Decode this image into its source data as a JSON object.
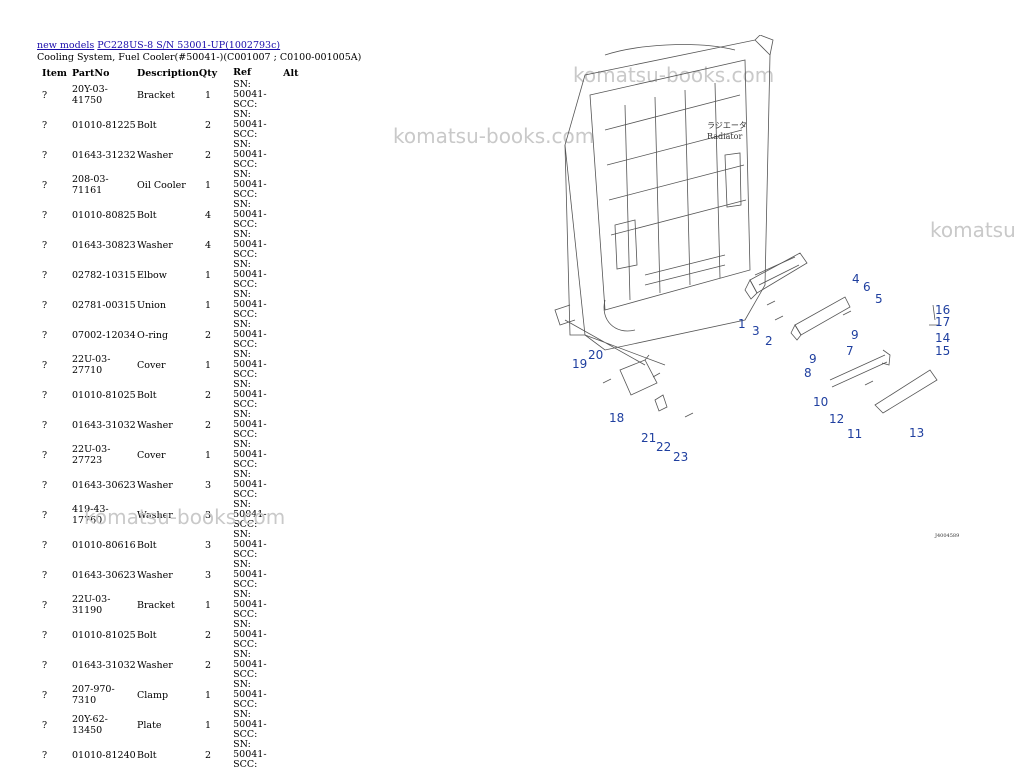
{
  "breadcrumb": {
    "link1": "new models",
    "link2": "PC228US-8 S/N 53001-UP(1002793c)"
  },
  "subtitle": "Cooling System, Fuel Cooler(#50041-)(C001007 ; C0100-001005A)",
  "table": {
    "headers": [
      "Item",
      "PartNo",
      "Description",
      "Qty",
      "Ref",
      "Alt"
    ],
    "rows": [
      {
        "item": "?",
        "part": "20Y-03-41750",
        "desc": "Bracket",
        "qty": "1",
        "ref1": "SN: 50041-",
        "ref2": "SCC:"
      },
      {
        "item": "?",
        "part": "01010-81225",
        "desc": "Bolt",
        "qty": "2",
        "ref1": "SN: 50041-",
        "ref2": "SCC:"
      },
      {
        "item": "?",
        "part": "01643-31232",
        "desc": "Washer",
        "qty": "2",
        "ref1": "SN: 50041-",
        "ref2": "SCC:"
      },
      {
        "item": "?",
        "part": "208-03-71161",
        "desc": "Oil Cooler",
        "qty": "1",
        "ref1": "SN: 50041-",
        "ref2": "SCC:"
      },
      {
        "item": "?",
        "part": "01010-80825",
        "desc": "Bolt",
        "qty": "4",
        "ref1": "SN: 50041-",
        "ref2": "SCC:"
      },
      {
        "item": "?",
        "part": "01643-30823",
        "desc": "Washer",
        "qty": "4",
        "ref1": "SN: 50041-",
        "ref2": "SCC:"
      },
      {
        "item": "?",
        "part": "02782-10315",
        "desc": "Elbow",
        "qty": "1",
        "ref1": "SN: 50041-",
        "ref2": "SCC:"
      },
      {
        "item": "?",
        "part": "02781-00315",
        "desc": "Union",
        "qty": "1",
        "ref1": "SN: 50041-",
        "ref2": "SCC:"
      },
      {
        "item": "?",
        "part": "07002-12034",
        "desc": "O-ring",
        "qty": "2",
        "ref1": "SN: 50041-",
        "ref2": "SCC:"
      },
      {
        "item": "?",
        "part": "22U-03-27710",
        "desc": "Cover",
        "qty": "1",
        "ref1": "SN: 50041-",
        "ref2": "SCC:"
      },
      {
        "item": "?",
        "part": "01010-81025",
        "desc": "Bolt",
        "qty": "2",
        "ref1": "SN: 50041-",
        "ref2": "SCC:"
      },
      {
        "item": "?",
        "part": "01643-31032",
        "desc": "Washer",
        "qty": "2",
        "ref1": "SN: 50041-",
        "ref2": "SCC:"
      },
      {
        "item": "?",
        "part": "22U-03-27723",
        "desc": "Cover",
        "qty": "1",
        "ref1": "SN: 50041-",
        "ref2": "SCC:"
      },
      {
        "item": "?",
        "part": "01643-30623",
        "desc": "Washer",
        "qty": "3",
        "ref1": "SN: 50041-",
        "ref2": "SCC:"
      },
      {
        "item": "?",
        "part": "419-43-17760",
        "desc": "Washer",
        "qty": "3",
        "ref1": "SN: 50041-",
        "ref2": "SCC:"
      },
      {
        "item": "?",
        "part": "01010-80616",
        "desc": "Bolt",
        "qty": "3",
        "ref1": "SN: 50041-",
        "ref2": "SCC:"
      },
      {
        "item": "?",
        "part": "01643-30623",
        "desc": "Washer",
        "qty": "3",
        "ref1": "SN: 50041-",
        "ref2": "SCC:"
      },
      {
        "item": "?",
        "part": "22U-03-31190",
        "desc": "Bracket",
        "qty": "1",
        "ref1": "SN: 50041-",
        "ref2": "SCC:"
      },
      {
        "item": "?",
        "part": "01010-81025",
        "desc": "Bolt",
        "qty": "2",
        "ref1": "SN: 50041-",
        "ref2": "SCC:"
      },
      {
        "item": "?",
        "part": "01643-31032",
        "desc": "Washer",
        "qty": "2",
        "ref1": "SN: 50041-",
        "ref2": "SCC:"
      },
      {
        "item": "?",
        "part": "207-970-7310",
        "desc": "Clamp",
        "qty": "1",
        "ref1": "SN: 50041-",
        "ref2": "SCC:"
      },
      {
        "item": "?",
        "part": "20Y-62-13450",
        "desc": "Plate",
        "qty": "1",
        "ref1": "SN: 50041-",
        "ref2": "SCC:"
      },
      {
        "item": "?",
        "part": "01010-81240",
        "desc": "Bolt",
        "qty": "2",
        "ref1": "SN: 50041-",
        "ref2": "SCC:"
      }
    ]
  },
  "watermark": "komatsu-books.com",
  "watermark_cut": "komatsu",
  "diagram": {
    "label_jp": "ラジエータ",
    "label_en": "Radiator",
    "code": "J4004589",
    "callouts": [
      "1",
      "2",
      "3",
      "4",
      "5",
      "6",
      "7",
      "8",
      "9",
      "9",
      "10",
      "11",
      "12",
      "13",
      "14",
      "15",
      "16",
      "17",
      "18",
      "19",
      "20",
      "21",
      "22",
      "23"
    ]
  },
  "colors": {
    "link": "#1a0dab",
    "callout": "#1f3f9f",
    "watermark": "#c9c9c9"
  }
}
